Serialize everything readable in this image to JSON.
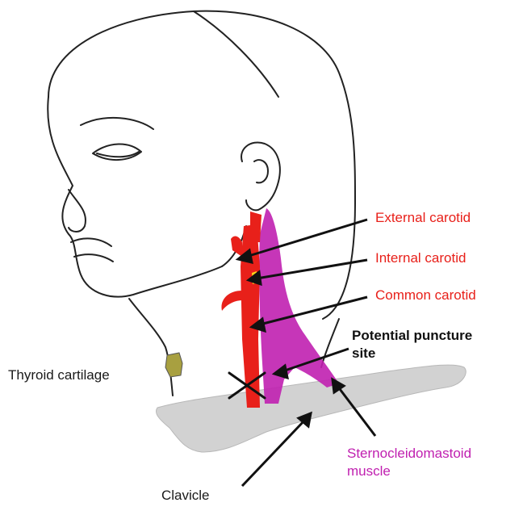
{
  "labels": {
    "external_carotid": "External carotid",
    "internal_carotid": "Internal carotid",
    "common_carotid": "Common carotid",
    "puncture_line1": "Potential puncture",
    "puncture_line2": "site",
    "thyroid": "Thyroid cartilage",
    "scm_line1": "Sternocleidomastoid",
    "scm_line2": "muscle",
    "clavicle": "Clavicle"
  },
  "colors": {
    "artery": "#e8201a",
    "muscle": "#c020b0",
    "bone": "#cfcfcf",
    "cartilage": "#8a8a3a",
    "ink": "#1a1a1a"
  }
}
